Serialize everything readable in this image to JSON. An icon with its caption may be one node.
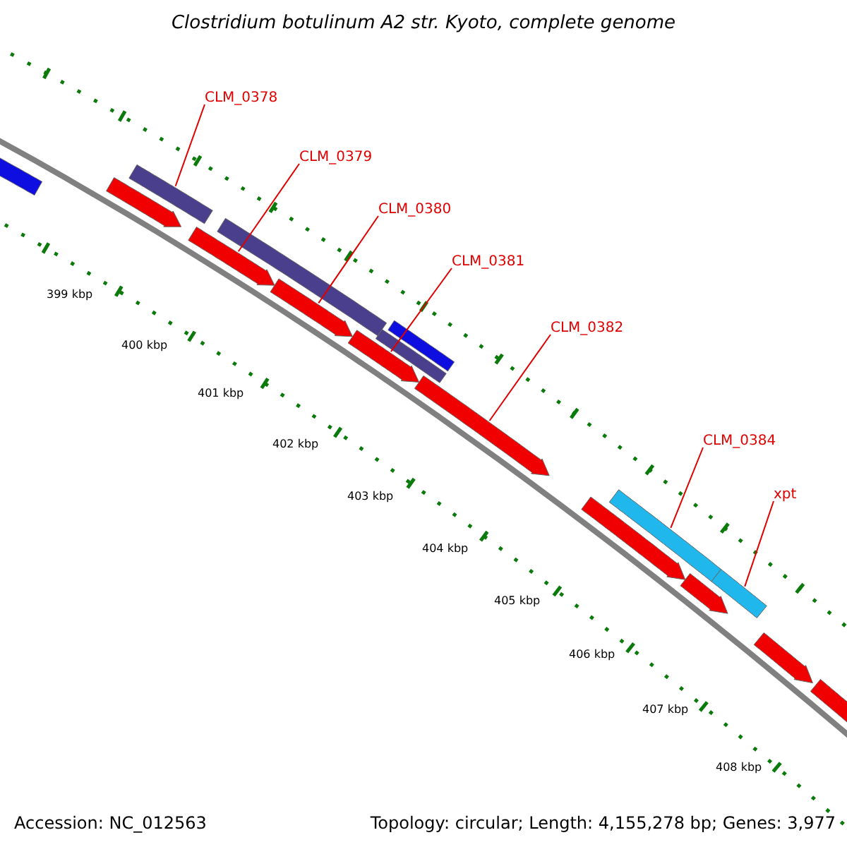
{
  "diagram": {
    "title": "Clostridium botulinum A2 str. Kyoto, complete genome",
    "nodes": [
      {
        "text": [
          "CLM_0378"
        ]
      },
      {
        "text": [],
        "shape": "bar"
      },
      {
        "text": [
          "CLM_0379"
        ]
      },
      {
        "text": [],
        "shape": "bar"
      },
      {
        "text": [
          "CLM_0380"
        ]
      },
      {
        "text": [],
        "shape": "bar"
      },
      {
        "text": [
          "CLM_0381"
        ]
      },
      {
        "text": [],
        "shape": "bar"
      },
      {
        "text": [
          "CLM_0382"
        ]
      },
      {
        "text": [],
        "shape": "bar"
      },
      {
        "text": [
          "CLM_0384"
        ]
      },
      {
        "text": [],
        "shape": "bar"
      },
      {
        "text": [
          "xpt"
        ]
      },
      {
        "text": [],
        "shape": "bar"
      },
      {
        "text": [],
        "shape": "bar"
      },
      {
        "text": [],
        "shape": "bar"
      },
      {
        "text": [],
        "shape": "bar"
      },
      {
        "text": [],
        "shape": "bar"
      },
      {
        "text": [],
        "shape": "bar"
      },
      {
        "text": [],
        "shape": "bar"
      },
      {
        "text": [],
        "shape": "bar"
      },
      {
        "text": [],
        "shape": "bar"
      },
      {
        "text": [],
        "shape": "bar"
      }
    ],
    "edges": [
      {
        "from": 0,
        "to": 1,
        "arrow": "none"
      },
      {
        "from": 2,
        "to": 3,
        "arrow": "none"
      },
      {
        "from": 4,
        "to": 5,
        "arrow": "none"
      },
      {
        "from": 6,
        "to": 7,
        "arrow": "none"
      },
      {
        "from": 8,
        "to": 9,
        "arrow": "none"
      },
      {
        "from": 10,
        "to": 11,
        "arrow": "none"
      },
      {
        "from": 12,
        "to": 13,
        "arrow": "none"
      }
    ],
    "labels": [
      "399 kbp",
      "400 kbp",
      "401 kbp",
      "402 kbp",
      "403 kbp",
      "404 kbp",
      "405 kbp",
      "406 kbp",
      "407 kbp",
      "408 kbp",
      "Accession: NC_012563",
      "Topology: circular; Length: 4,155,278 bp; Genes: 3,977"
    ]
  }
}
